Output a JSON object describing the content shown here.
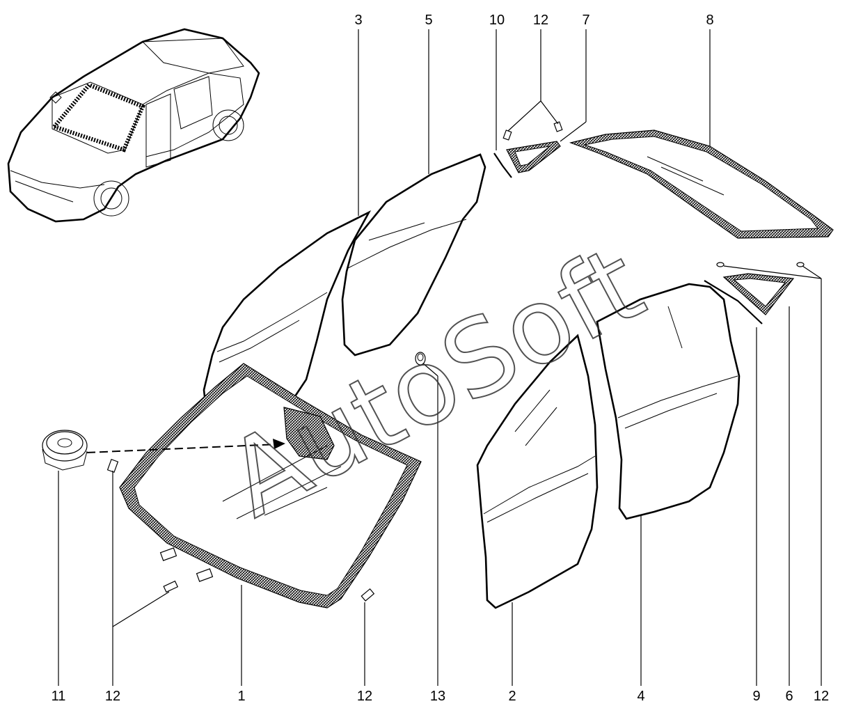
{
  "watermark": "AutoSoft",
  "callouts": {
    "c1": "1",
    "c2": "2",
    "c3": "3",
    "c4": "4",
    "c5": "5",
    "c6": "6",
    "c7": "7",
    "c8": "8",
    "c9": "9",
    "c10": "10",
    "c11": "11",
    "c12": "12",
    "c13": "13"
  }
}
